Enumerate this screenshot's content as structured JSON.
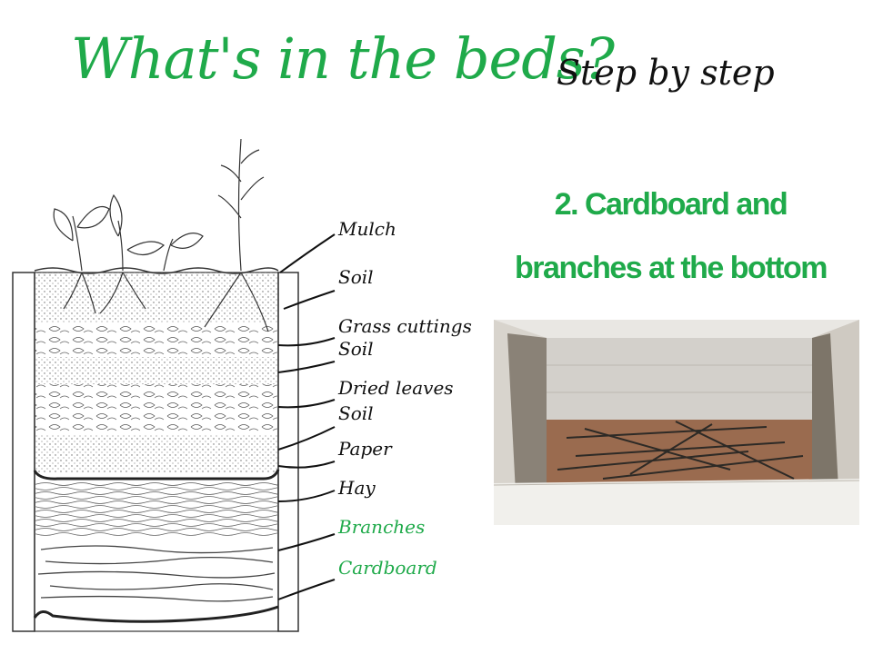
{
  "header": {
    "title": "What's in the beds?",
    "subtitle": "Step by step"
  },
  "step": {
    "line1": "2. Cardboard and",
    "line2": "branches at the bottom"
  },
  "layers": [
    {
      "label": "Mulch",
      "highlight": false
    },
    {
      "label": "Soil",
      "highlight": false
    },
    {
      "label": "Grass cuttings",
      "highlight": false
    },
    {
      "label": "Soil",
      "highlight": false
    },
    {
      "label": "Dried leaves",
      "highlight": false
    },
    {
      "label": "Soil",
      "highlight": false
    },
    {
      "label": "Paper",
      "highlight": false
    },
    {
      "label": "Hay",
      "highlight": false
    },
    {
      "label": "Branches",
      "highlight": true
    },
    {
      "label": "Cardboard",
      "highlight": true
    }
  ],
  "colors": {
    "accent_green": "#1faa4a",
    "ink": "#111111"
  }
}
